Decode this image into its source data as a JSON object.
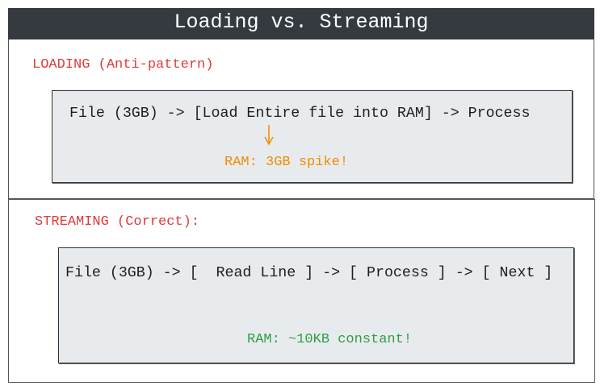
{
  "title": "Loading vs. Streaming",
  "loading": {
    "heading": "LOADING (Anti-pattern)",
    "flow": "File (3GB) -> [Load Entire file into RAM] -> Process",
    "note": "RAM: 3GB spike!"
  },
  "streaming": {
    "heading": "STREAMING (Correct):",
    "flow": "File (3GB) -> [  Read Line ] -> [ Process ] -> [ Next ]",
    "note": "RAM: ~10KB constant!"
  },
  "colors": {
    "title_bg": "#353a41",
    "heading": "#e03a3a",
    "loading_note": "#f08c00",
    "streaming_note": "#2f9e44",
    "box_bg": "#e8ebee"
  }
}
